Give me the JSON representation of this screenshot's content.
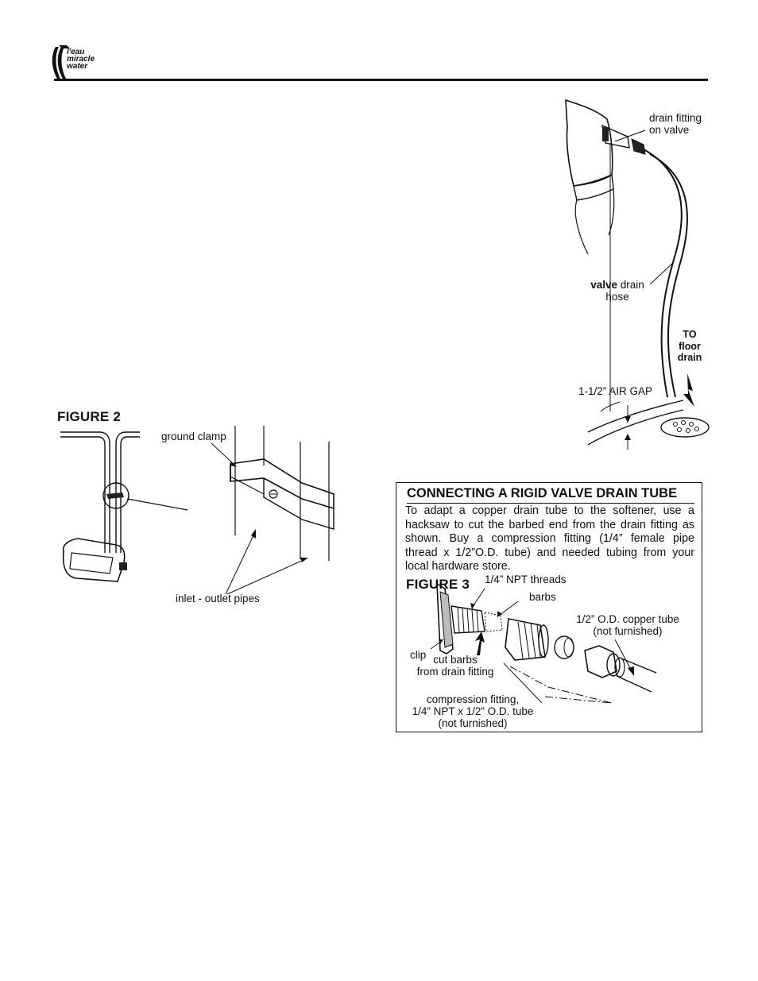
{
  "header": {
    "logo_line1": "l'eau",
    "logo_line2": "miracle",
    "logo_line3": "water"
  },
  "figure1": {
    "drain_fitting_line1": "drain fitting",
    "drain_fitting_line2": "on valve",
    "hose_bold": "valve",
    "hose_rest": " drain",
    "hose_line2": "hose",
    "to_line1": "TO",
    "to_line2": "floor",
    "to_line3": "drain",
    "air_gap": "1-1/2” AIR GAP"
  },
  "figure2": {
    "title": "FIGURE 2",
    "ground_clamp": "ground clamp",
    "pipes": "inlet - outlet pipes"
  },
  "figure3_box": {
    "title": "CONNECTING A RIGID VALVE DRAIN TUBE",
    "body": "To adapt a copper drain tube to the softener, use a hacksaw to cut the barbed end from the drain fitting as shown. Buy a  compression fitting (1/4” female pipe thread x 1/2”O.D. tube) and needed tubing from your local hardware store.",
    "figure_title": "FIGURE 3",
    "npt_threads": "1/4” NPT threads",
    "barbs": "barbs",
    "copper_line1": "1/2” O.D. copper tube",
    "copper_line2": "(not furnished)",
    "clip": "clip",
    "cut_line1": "cut barbs",
    "cut_line2": "from drain fitting",
    "comp_line1": "compression fitting,",
    "comp_line2": "1/4” NPT x 1/2” O.D. tube",
    "comp_line3": "(not furnished)"
  }
}
